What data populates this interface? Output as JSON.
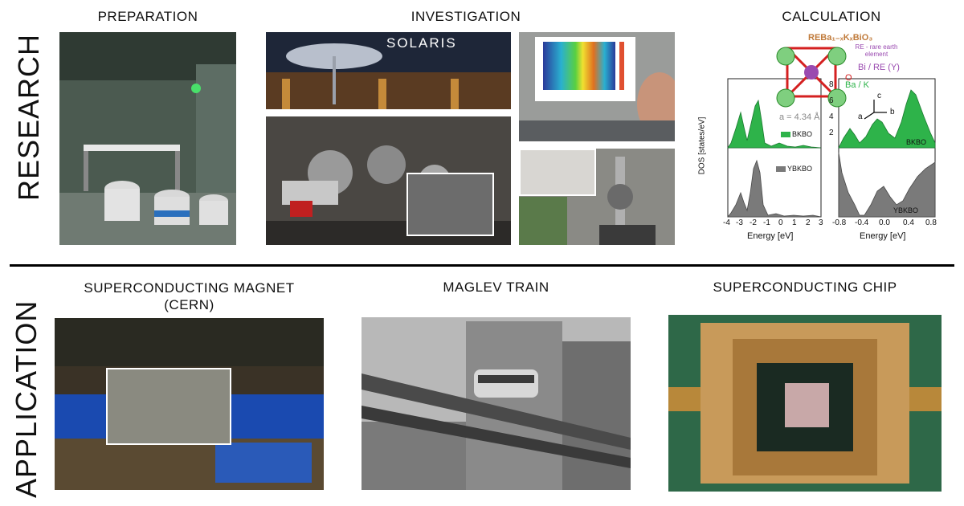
{
  "research": {
    "side_label": "RESEARCH",
    "preparation": {
      "title": "PREPARATION"
    },
    "investigation": {
      "title": "INVESTIGATION",
      "sign": "SOLARIS"
    },
    "calculation": {
      "title": "CALCULATION",
      "formula": "REBa₁₋ₓKₓBiO₃",
      "re_note": "RE - rare earth element",
      "bi_label": "Bi / RE (Y)",
      "o_label": "O",
      "bak_label": "Ba / K",
      "lattice": "a = 4.34 Å",
      "axis_c": "c",
      "axis_a": "a",
      "axis_b": "b",
      "legend_bkbo": "BKBO",
      "legend_ybkbo": "YBKBO",
      "ylabel": "DOS [states/eV]",
      "xlabel_left": "Energy [eV]",
      "xlabel_right": "Energy [eV]",
      "left_x_ticks": [
        "-4",
        "-3",
        "-2",
        "-1",
        "0",
        "1",
        "2",
        "3"
      ],
      "right_x_ticks": [
        "-0.8",
        "-0.4",
        "0.0",
        "0.4",
        "0.8"
      ],
      "right_y_ticks": [
        "8",
        "6",
        "4",
        "2"
      ]
    }
  },
  "application": {
    "side_label": "APPLICATION",
    "magnet": {
      "title_line1": "SUPERCONDUCTING MAGNET",
      "title_line2": "(CERN)"
    },
    "maglev": {
      "title": "MAGLEV TRAIN"
    },
    "chip": {
      "title": "SUPERCONDUCTING CHIP"
    }
  }
}
